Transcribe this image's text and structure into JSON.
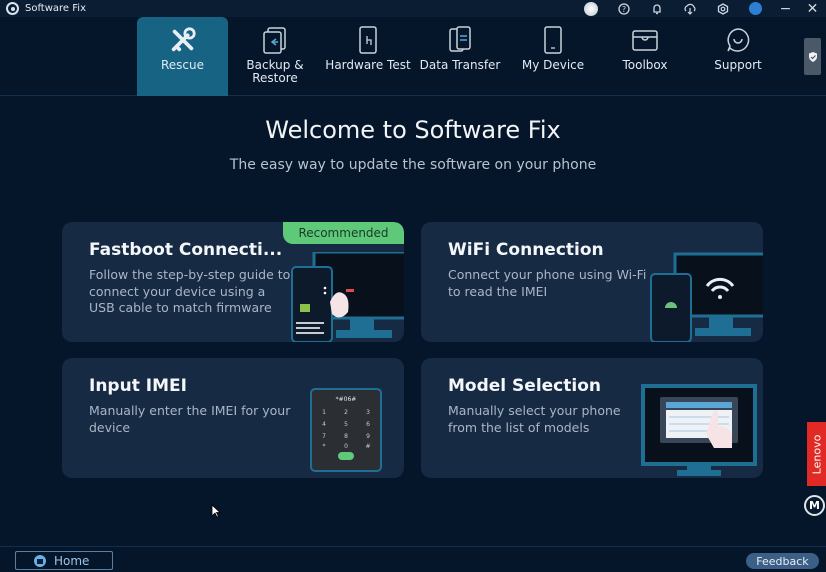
{
  "window": {
    "title": "Software Fix",
    "titlebar_icons": [
      "disc-icon",
      "help-icon",
      "bell-icon",
      "cloud-download-icon",
      "settings-icon",
      "user-avatar-icon"
    ],
    "minimize_glyph": "−",
    "close_glyph": "✕"
  },
  "nav": {
    "items": [
      {
        "label": "Rescue",
        "icon": "wrench-screwdriver-icon",
        "active": true
      },
      {
        "label": "Backup & Restore",
        "icon": "backup-icon",
        "active": false
      },
      {
        "label": "Hardware Test",
        "icon": "phone-touch-icon",
        "active": false
      },
      {
        "label": "Data Transfer",
        "icon": "transfer-icon",
        "active": false
      },
      {
        "label": "My Device",
        "icon": "phone-icon",
        "active": false
      },
      {
        "label": "Toolbox",
        "icon": "toolbox-icon",
        "active": false
      },
      {
        "label": "Support",
        "icon": "chat-icon",
        "active": false
      }
    ],
    "label_line1": {
      "backup": "Backup &",
      "backup2": "Restore"
    }
  },
  "main": {
    "title": "Welcome to Software Fix",
    "subtitle": "The easy way to update the software on your phone",
    "cards": [
      {
        "title": "Fastboot Connecti...",
        "description": "Follow the step-by-step guide to connect your device using a USB cable to match firmware",
        "badge": "Recommended"
      },
      {
        "title": "WiFi Connection",
        "description": "Connect your phone using Wi-Fi to read the IMEI"
      },
      {
        "title": "Input IMEI",
        "description": "Manually enter the IMEI for your device",
        "dialer_code": "*#06#"
      },
      {
        "title": "Model Selection",
        "description": "Manually select your phone from the list of models"
      }
    ]
  },
  "side": {
    "brand": "Lenovo",
    "moto": "M"
  },
  "footer": {
    "home_label": "Home",
    "feedback_label": "Feedback"
  },
  "colors": {
    "accent_active": "#176384",
    "badge": "#5fc97a",
    "card_bg": "#172a44",
    "lenovo_red": "#e12a26"
  }
}
